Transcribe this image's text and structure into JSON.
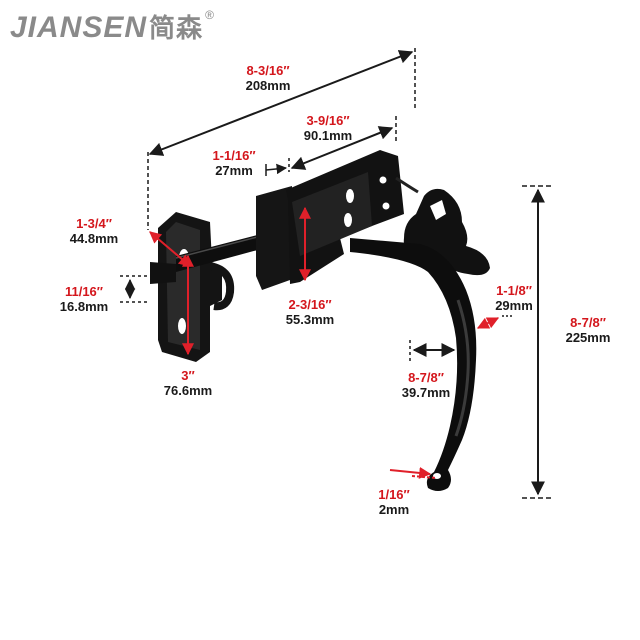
{
  "brand": {
    "latin": "JIANSEN",
    "chinese": "简森",
    "mark": "®"
  },
  "colors": {
    "latch": "#111111",
    "dimension_line": "#1a1a1a",
    "inch_text": "#d4161c",
    "highlight_arrow": "#e0202a",
    "brand_gray": "#8a8a8a"
  },
  "dimensions": {
    "total_length": {
      "inch": "8-3/16″",
      "mm": "208mm"
    },
    "bar_length": {
      "inch": "3-9/16″",
      "mm": "90.1mm"
    },
    "bracket_gap": {
      "inch": "1-1/16″",
      "mm": "27mm"
    },
    "keeper_height": {
      "inch": "1-3/4″",
      "mm": "44.8mm"
    },
    "keeper_slot": {
      "inch": "11/16″",
      "mm": "16.8mm"
    },
    "bracket_height": {
      "inch": "2-3/16″",
      "mm": "55.3mm"
    },
    "keeper_plate": {
      "inch": "3″",
      "mm": "76.6mm"
    },
    "handle_width": {
      "inch": "1-1/8″",
      "mm": "29mm"
    },
    "handle_offset": {
      "inch": "8-7/8″",
      "mm": "39.7mm"
    },
    "handle_height": {
      "inch": "8-7/8″",
      "mm": "225mm"
    },
    "screw_hole": {
      "inch": "1/16″",
      "mm": "2mm"
    }
  }
}
